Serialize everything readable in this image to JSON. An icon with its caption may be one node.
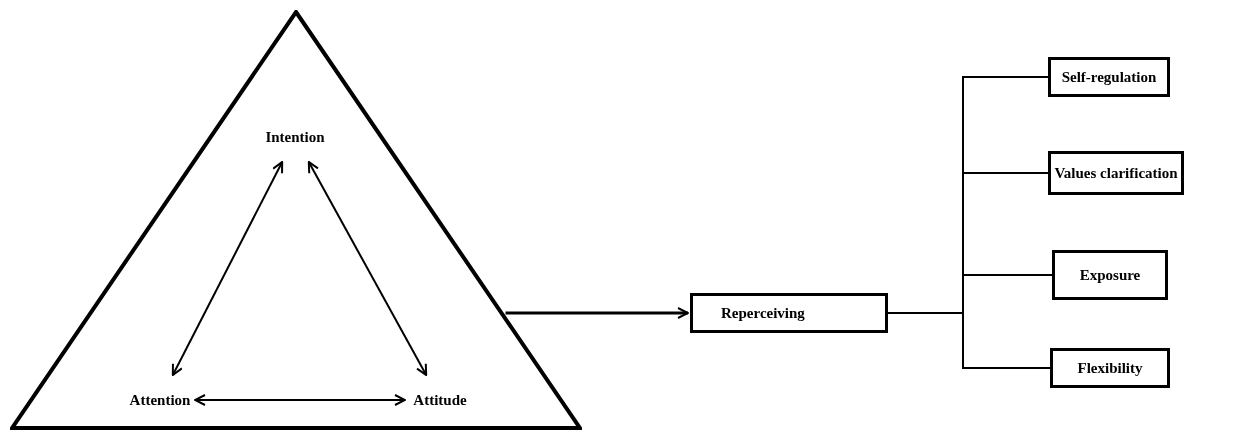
{
  "diagram": {
    "nodes": [
      {
        "text": [],
        "shape": "triangle"
      },
      {
        "text": [
          "Intention"
        ],
        "in": 0
      },
      {
        "text": [
          "Attention"
        ],
        "in": 0
      },
      {
        "text": [
          "Attitude"
        ],
        "in": 0
      },
      {
        "text": [
          "Reperceiving"
        ]
      },
      {
        "text": [
          "Self-regulation"
        ]
      },
      {
        "text": [
          "Values clarification"
        ]
      },
      {
        "text": [
          "Exposure"
        ]
      },
      {
        "text": [
          "Flexibility"
        ]
      }
    ],
    "edges": [
      {
        "from": 1,
        "to": 2,
        "arrow": "both"
      },
      {
        "from": 1,
        "to": 3,
        "arrow": "both"
      },
      {
        "from": 2,
        "to": 3,
        "arrow": "both"
      },
      {
        "from": 0,
        "to": 4,
        "arrow": "to"
      },
      {
        "from": 4,
        "to": 5,
        "arrow": "none"
      },
      {
        "from": 4,
        "to": 6,
        "arrow": "none"
      },
      {
        "from": 4,
        "to": 7,
        "arrow": "none"
      },
      {
        "from": 4,
        "to": 8,
        "arrow": "none"
      }
    ]
  }
}
